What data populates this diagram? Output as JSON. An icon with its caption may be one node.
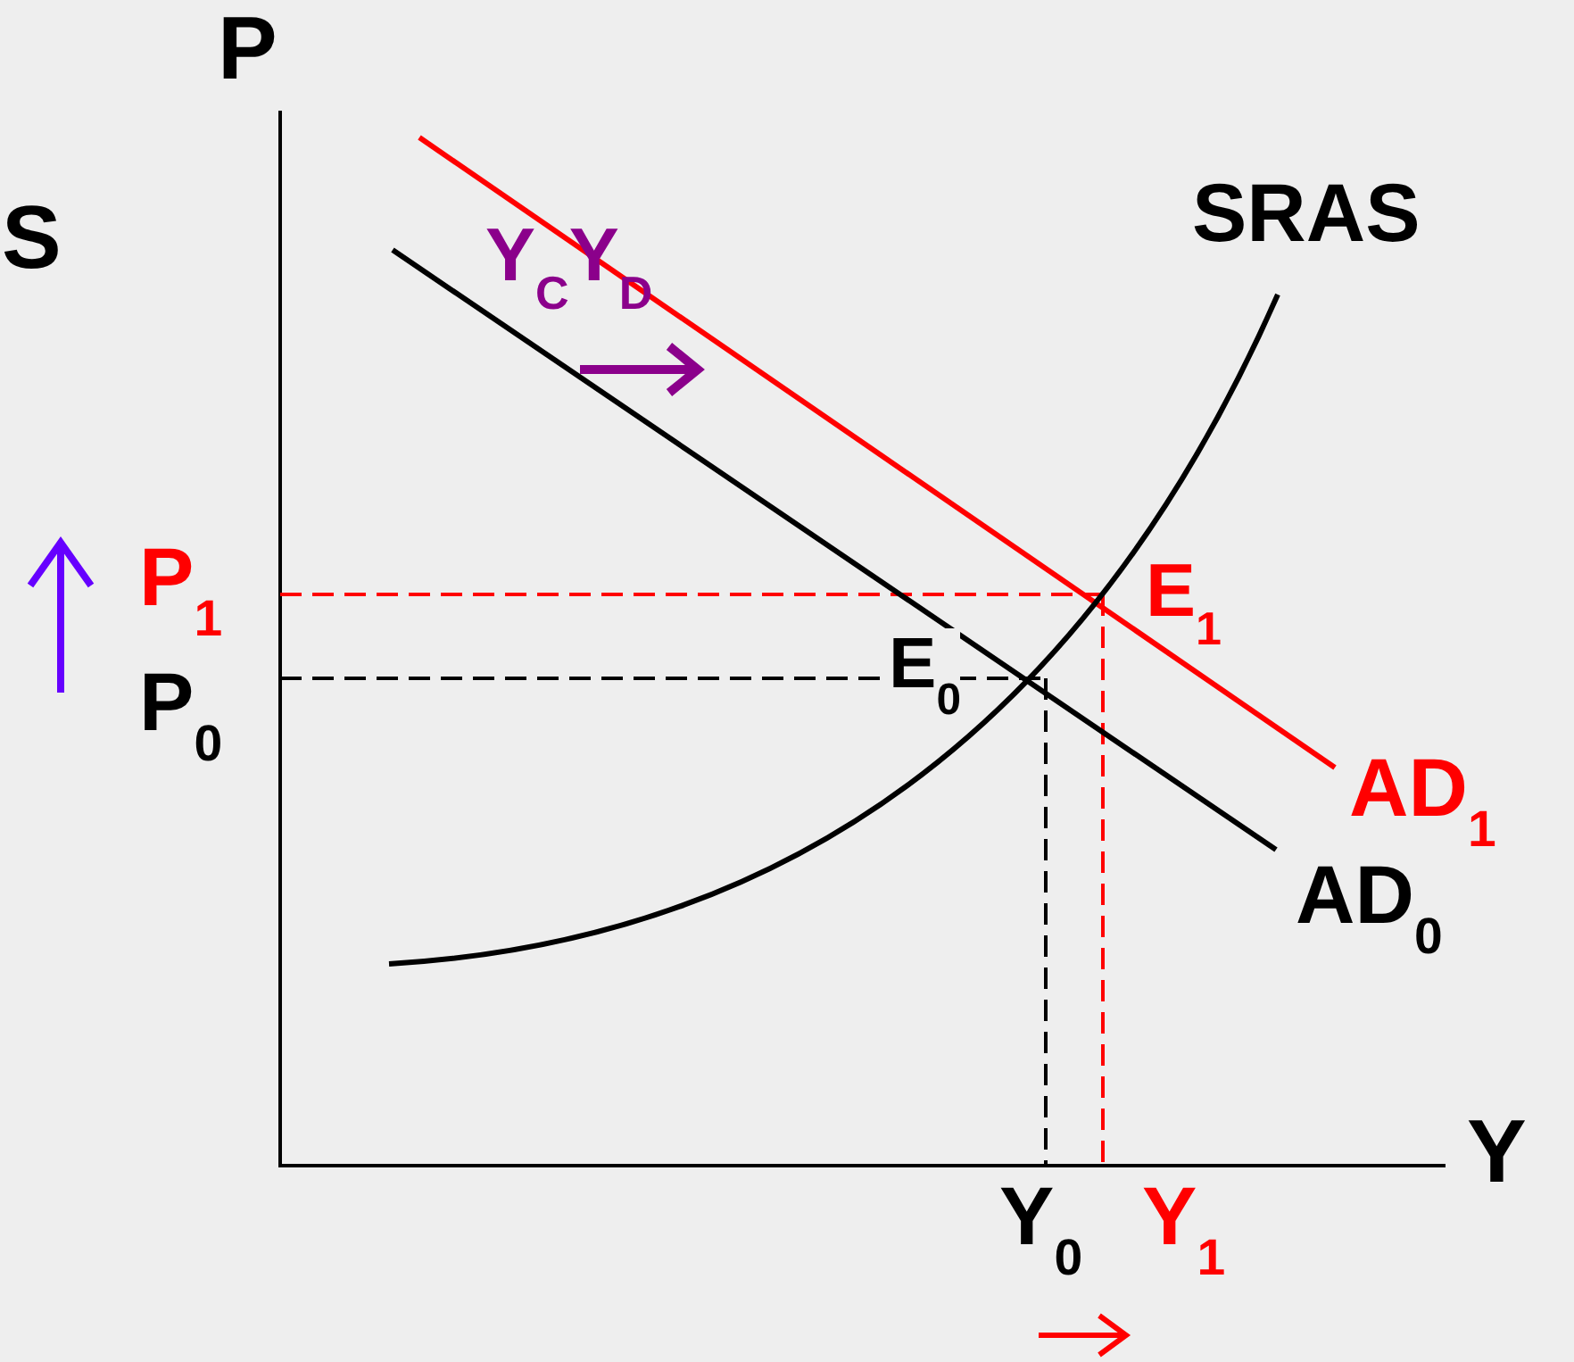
{
  "diagram": {
    "labels": [
      "S",
      "P",
      "Y$_{C}$Y$_{D}$",
      "SRAS",
      "P$_{1}$",
      "E$_{1}$",
      "P$_{0}$",
      "E$_{0}$",
      "AD$_{1}$",
      "AD$_{0}$",
      "Y",
      "Y$_{0}$",
      "Y$_{1}$"
    ]
  }
}
